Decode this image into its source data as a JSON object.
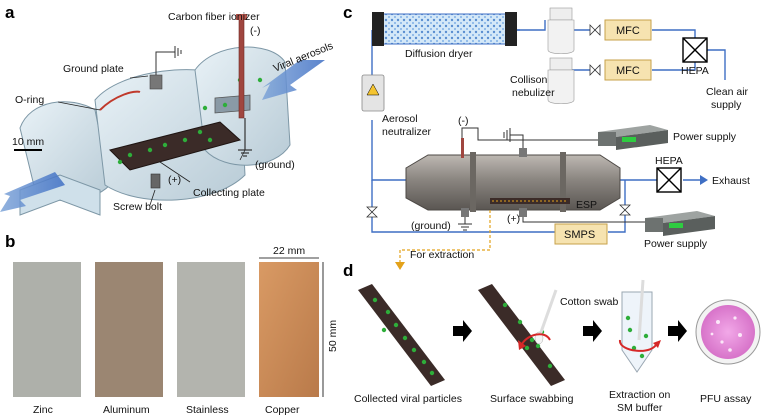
{
  "colors": {
    "line_blue": "#3f6fc4",
    "mfc_fill": "#f6e3b0",
    "mfc_stroke": "#c7a14a",
    "tube_gray": "#8a8580",
    "plate_dark": "#3b2b28",
    "particle_green": "#2eae3a",
    "dashed_orange": "#e3a21a",
    "copper": "#c98a56",
    "pink_dish": "#e58ad8"
  },
  "panel_a": {
    "letter": "a",
    "labels": {
      "ionizer": "Carbon fiber ionizer",
      "minus": "(-)",
      "ground_plate": "Ground plate",
      "oring": "O-ring",
      "scale": "10 mm",
      "viral": "Viral aerosols",
      "ground": "(ground)",
      "plus": "(+)",
      "collecting": "Collecting plate",
      "screw": "Screw bolt"
    }
  },
  "panel_b": {
    "letter": "b",
    "width_label": "22 mm",
    "height_label": "50 mm",
    "samples": [
      {
        "name": "Zinc",
        "color": "#aeb0aa"
      },
      {
        "name": "Aluminum",
        "color": "#9b8672"
      },
      {
        "name": "Stainless",
        "color": "#b3b4ae"
      },
      {
        "name": "Copper",
        "color": "#c98a56"
      }
    ]
  },
  "panel_c": {
    "letter": "c",
    "labels": {
      "dryer": "Diffusion dryer",
      "mfc1": "MFC",
      "mfc2": "MFC",
      "hepa_top": "HEPA",
      "collison1": "Collison",
      "collison2": "nebulizer",
      "clean1": "Clean air",
      "clean2": "supply",
      "neutralizer1": "Aerosol",
      "neutralizer2": "neutralizer",
      "minus": "(-)",
      "power_top": "Power supply",
      "hepa_right": "HEPA",
      "exhaust": "Exhaust",
      "esp": "ESP",
      "ground": "(ground)",
      "plus": "(+)",
      "smps": "SMPS",
      "power_bottom": "Power supply",
      "extraction": "For extraction"
    }
  },
  "panel_d": {
    "letter": "d",
    "labels": {
      "swab": "Cotton swab",
      "step1": "Collected viral particles",
      "step2": "Surface swabbing",
      "step3a": "Extraction on",
      "step3b": "SM buffer",
      "step4": "PFU assay"
    }
  }
}
